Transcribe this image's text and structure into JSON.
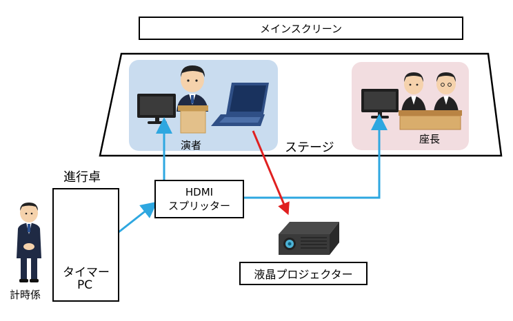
{
  "main_screen": {
    "label": "メインスクリーン"
  },
  "stage": {
    "label": "ステージ",
    "presenter_label": "演者",
    "chair_label": "座長"
  },
  "desk": {
    "title": "進行卓",
    "pc_label_line1": "タイマー",
    "pc_label_line2": "PC"
  },
  "timekeeper": {
    "label": "計時係"
  },
  "splitter": {
    "line1": "HDMI",
    "line2": "スプリッター"
  },
  "projector": {
    "label": "液晶プロジェクター"
  },
  "colors": {
    "hdmi_line": "#2ea7e0",
    "projector_line": "#e02020",
    "presenter_area": "#c9dcef",
    "chair_area": "#f2dde0"
  }
}
